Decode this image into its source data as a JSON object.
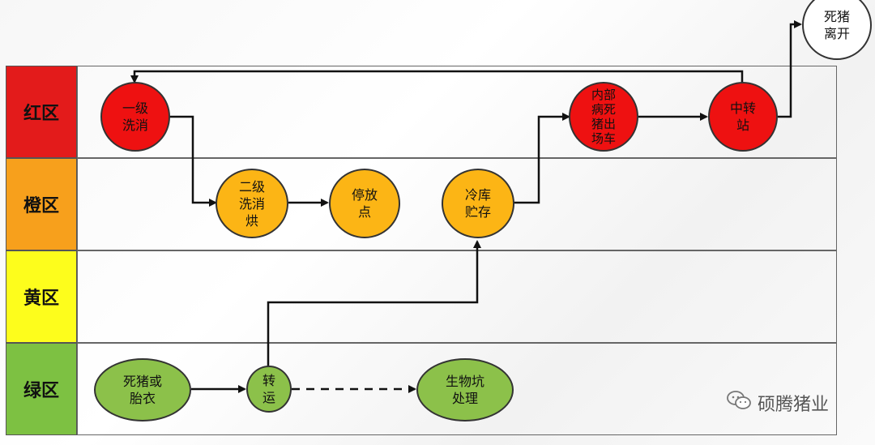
{
  "zones": [
    {
      "label": "红区",
      "color": "#e31b1b"
    },
    {
      "label": "橙区",
      "color": "#f7a01c"
    },
    {
      "label": "黄区",
      "color": "#fdfd1c"
    },
    {
      "label": "绿区",
      "color": "#7dc142"
    }
  ],
  "nodes": {
    "wash1": "一级\n洗消",
    "wash2": "二级\n洗消\n烘",
    "parking": "停放\n点",
    "cold": "冷库\n贮存",
    "internal": "内部\n病死\n猪出\n场车",
    "transfer_station": "中转\n站",
    "exit": "死猪\n离开",
    "dead_pig": "死猪或\n胎衣",
    "transport": "转\n运",
    "bio_pit": "生物坑\n处理"
  },
  "watermark": {
    "text": "硕腾猪业",
    "icon": "wechat-icon"
  }
}
